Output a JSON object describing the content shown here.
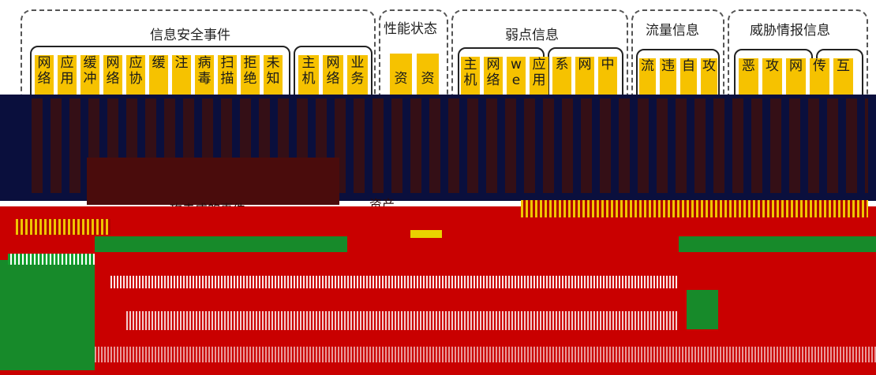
{
  "groups": {
    "g1_title": "信息安全事件",
    "g2_title": "性能状态",
    "g3_title": "弱点信息",
    "g4_title": "流量信息",
    "g5_title": "威胁情报信息"
  },
  "chips_row1": [
    "网",
    "应",
    "缓",
    "网",
    "应",
    "缓",
    "注",
    "病",
    "扫",
    "拒",
    "未",
    "主",
    "网",
    "业"
  ],
  "chips_row2": [
    "络",
    "用",
    "冲",
    "络",
    "协",
    "",
    "",
    "毒",
    "描",
    "绝",
    "知",
    "机",
    "络",
    "务"
  ],
  "chips_g2": [
    "资",
    "资"
  ],
  "chips_g3_row1": [
    "主",
    "网",
    "w",
    "应",
    "系",
    "网",
    "中"
  ],
  "chips_g3_row2": [
    "机",
    "络",
    "e",
    "用",
    "",
    "",
    ""
  ],
  "chips_g4": [
    "流",
    "违",
    "自",
    "攻"
  ],
  "chips_g5": [
    "恶",
    "攻",
    "网",
    "传",
    "互"
  ],
  "labels": {
    "attack_events": "攻击成的事件",
    "asset": "资产"
  }
}
